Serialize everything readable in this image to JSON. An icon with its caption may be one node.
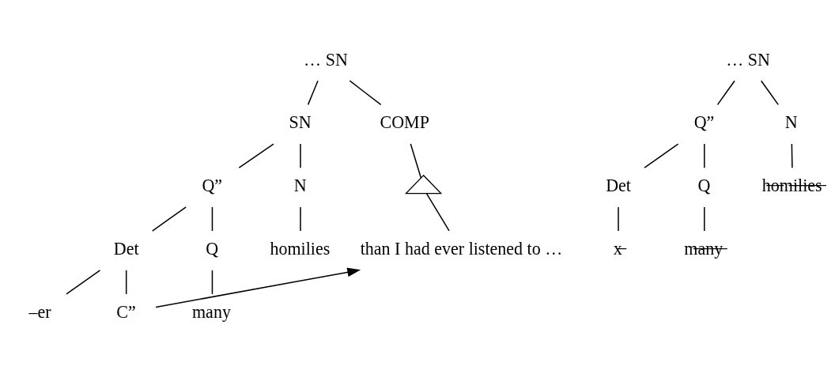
{
  "diagram": {
    "nodes": [
      {
        "text": [
          "… SN"
        ]
      },
      {
        "text": [
          "SN"
        ]
      },
      {
        "text": [
          "COMP"
        ]
      },
      {
        "text": [],
        "shape": "triangle"
      },
      {
        "text": [
          "Q”"
        ]
      },
      {
        "text": [
          "N"
        ]
      },
      {
        "text": [
          "than I had ever listened to …"
        ]
      },
      {
        "text": [
          "Det"
        ]
      },
      {
        "text": [
          "Q"
        ]
      },
      {
        "text": [
          "homilies"
        ]
      },
      {
        "text": [
          "–er"
        ]
      },
      {
        "text": [
          "C”"
        ]
      },
      {
        "text": [
          "many"
        ]
      },
      {
        "text": [
          "… SN"
        ]
      },
      {
        "text": [
          "Q”"
        ]
      },
      {
        "text": [
          "N"
        ]
      },
      {
        "text": [
          "Det"
        ]
      },
      {
        "text": [
          "Q"
        ]
      },
      {
        "text": [
          "h̶o̶m̶i̶l̶i̶e̶s̶"
        ]
      },
      {
        "text": [
          "x̶"
        ]
      },
      {
        "text": [
          "m̶a̶n̶y̶"
        ]
      }
    ],
    "edges": [
      {
        "from": 0,
        "to": 1,
        "arrow": "none"
      },
      {
        "from": 0,
        "to": 2,
        "arrow": "none"
      },
      {
        "from": 2,
        "to": 3,
        "arrow": "none"
      },
      {
        "from": 3,
        "to": 6,
        "arrow": "none"
      },
      {
        "from": 1,
        "to": 4,
        "arrow": "none"
      },
      {
        "from": 1,
        "to": 5,
        "arrow": "none"
      },
      {
        "from": 4,
        "to": 7,
        "arrow": "none"
      },
      {
        "from": 4,
        "to": 8,
        "arrow": "none"
      },
      {
        "from": 5,
        "to": 9,
        "arrow": "none"
      },
      {
        "from": 7,
        "to": 10,
        "arrow": "none"
      },
      {
        "from": 7,
        "to": 11,
        "arrow": "none"
      },
      {
        "from": 8,
        "to": 12,
        "arrow": "none"
      },
      {
        "from": 11,
        "to": 6,
        "arrow": "to"
      },
      {
        "from": 13,
        "to": 14,
        "arrow": "none"
      },
      {
        "from": 13,
        "to": 15,
        "arrow": "none"
      },
      {
        "from": 14,
        "to": 16,
        "arrow": "none"
      },
      {
        "from": 14,
        "to": 17,
        "arrow": "none"
      },
      {
        "from": 15,
        "to": 18,
        "arrow": "none"
      },
      {
        "from": 16,
        "to": 19,
        "arrow": "none"
      },
      {
        "from": 17,
        "to": 20,
        "arrow": "none"
      }
    ]
  }
}
